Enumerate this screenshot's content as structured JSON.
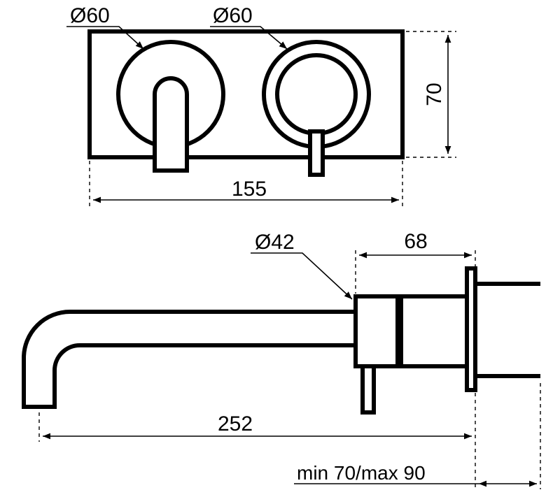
{
  "drawing": {
    "top_view": {
      "left_diameter": "Ø60",
      "right_diameter": "Ø60",
      "height": "70",
      "width": "155"
    },
    "side_view": {
      "body_diameter": "Ø42",
      "body_depth": "68",
      "spout_reach": "252",
      "wall_depth": "min 70/max 90"
    }
  }
}
